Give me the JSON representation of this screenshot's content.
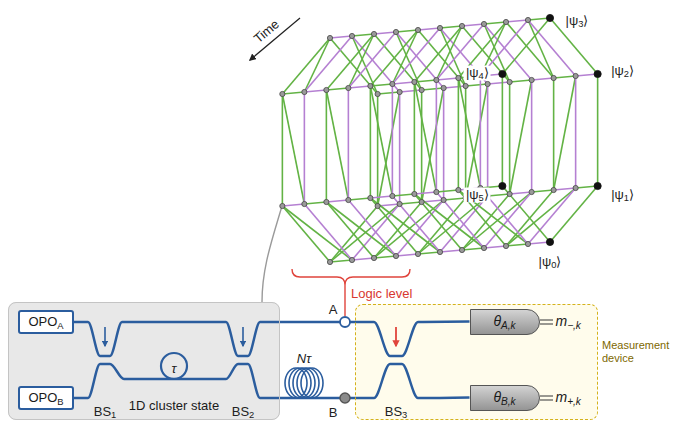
{
  "diagram": {
    "nodes": [
      {
        "text": [
          "1D cluster state"
        ]
      },
      {
        "text": [
          "OPOA"
        ],
        "in": 0
      },
      {
        "text": [
          "OPOB"
        ],
        "in": 0
      },
      {
        "text": [
          "Measurement device"
        ]
      },
      {
        "text": [
          "θA,k",
          "m−,k"
        ],
        "in": 3
      },
      {
        "text": [
          "θB,k",
          "m+,k"
        ],
        "in": 3
      }
    ],
    "edges": [
      {
        "from": 1,
        "to": 4,
        "arrow": "none"
      },
      {
        "from": 2,
        "to": 5,
        "arrow": "none"
      }
    ],
    "labels": [
      "Time",
      "Logic level",
      "BS1",
      "τ",
      "BS2",
      "Nτ",
      "A",
      "B",
      "BS3",
      "|ψ0⟩",
      "|ψ1⟩",
      "|ψ2⟩",
      "|ψ3⟩",
      "|ψ4⟩",
      "|ψ5⟩"
    ]
  }
}
